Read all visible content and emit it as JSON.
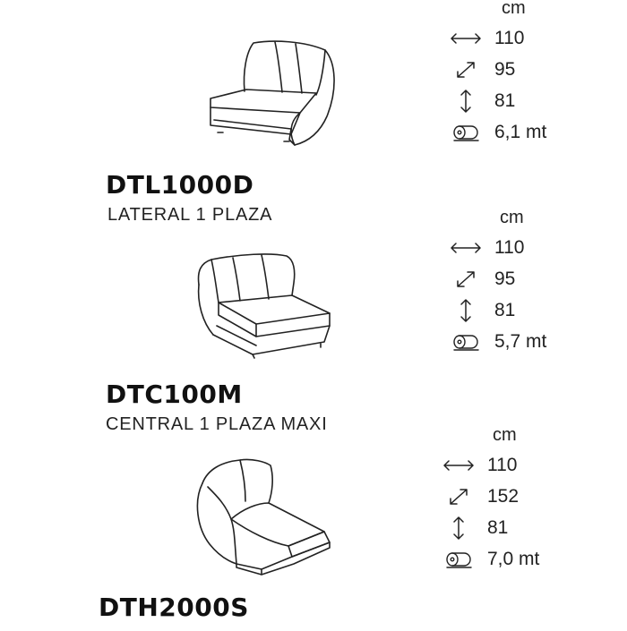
{
  "products": [
    {
      "code": "DTL1000D",
      "description": "LATERAL 1 PLAZA",
      "unit": "cm",
      "width": "110",
      "depth": "95",
      "height": "81",
      "fabric": "6,1 mt"
    },
    {
      "code": "DTC100M",
      "description": "CENTRAL 1 PLAZA MAXI",
      "unit": "cm",
      "width": "110",
      "depth": "95",
      "height": "81",
      "fabric": "5,7 mt"
    },
    {
      "code": "DTH2000S",
      "description": "",
      "unit": "cm",
      "width": "110",
      "depth": "152",
      "height": "81",
      "fabric": "7,0 mt"
    }
  ],
  "icons": {
    "width": "horizontal-arrow-icon",
    "depth": "diagonal-arrow-icon",
    "height": "vertical-arrow-icon",
    "fabric": "fabric-roll-icon"
  }
}
